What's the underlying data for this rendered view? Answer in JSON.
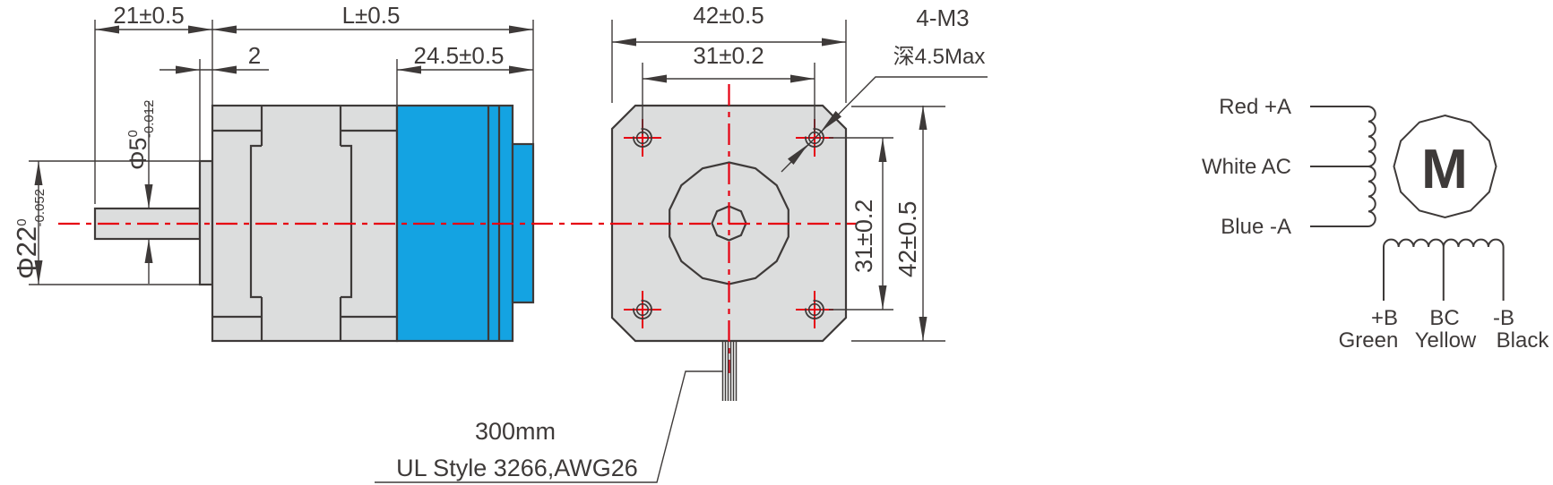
{
  "drawing": {
    "side_view": {
      "dim_shaft_length": "21±0.5",
      "dim_total_length": "L±0.5",
      "dim_boss_thickness": "2",
      "dim_rear_length": "24.5±0.5",
      "shaft_dia": {
        "main": "Φ5",
        "tol_top": "0",
        "tol_bottom": "-0.012"
      },
      "boss_dia": {
        "main": "Φ22",
        "tol_top": "0",
        "tol_bottom": "-0.052"
      }
    },
    "front_view": {
      "dim_width_top": "42±0.5",
      "dim_hole_spacing_top": "31±0.2",
      "dim_hole_spacing_right": "31±0.2",
      "dim_height_right": "42±0.5",
      "screw_callout_line1": "4-M3",
      "screw_callout_line2": "深4.5Max"
    },
    "lead_wires": {
      "length": "300mm",
      "spec": "UL Style 3266,AWG26"
    },
    "wiring": {
      "motor_symbol": "M",
      "lead_red": "Red +A",
      "lead_white": "White AC",
      "lead_blue": "Blue -A",
      "terminal_plus_b": "+B",
      "terminal_bc": "BC",
      "terminal_minus_b": "-B",
      "color_green": "Green",
      "color_yellow": "Yellow",
      "color_black": "Black"
    }
  },
  "colors": {
    "line_dark": "#3e3a39",
    "centerline_red": "#e60012",
    "accent_blue": "#14a3e2",
    "fill_gray": "#dcdddd"
  }
}
